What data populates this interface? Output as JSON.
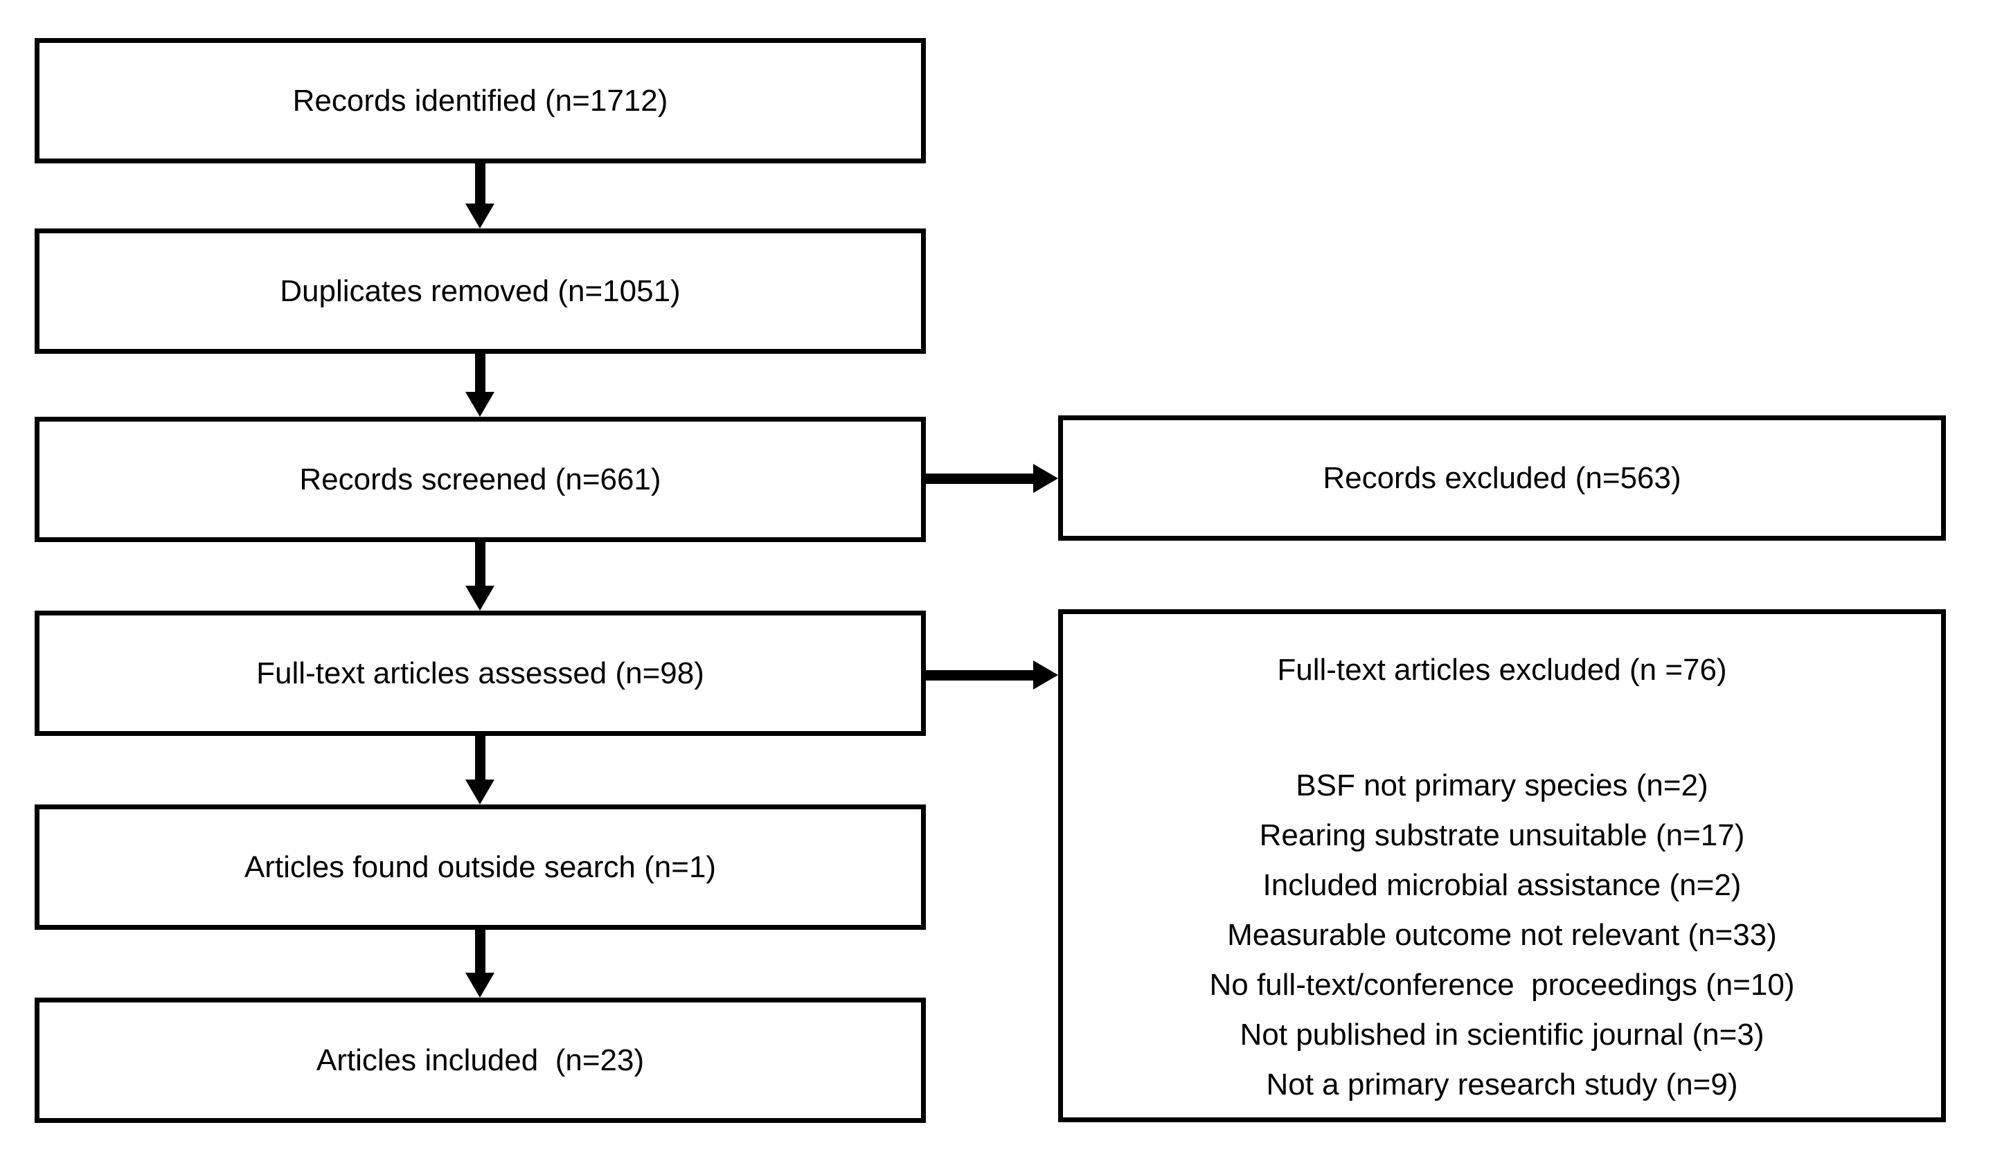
{
  "diagram_type": "prisma-flowchart",
  "colors": {
    "background": "#ffffff",
    "box_fill": "#ffffff",
    "border": "#000000",
    "text": "#000000",
    "arrow": "#000000"
  },
  "flow": {
    "main": [
      {
        "id": "records-identified",
        "label": "Records identified (n=1712)"
      },
      {
        "id": "duplicates-removed",
        "label": "Duplicates removed (n=1051)"
      },
      {
        "id": "records-screened",
        "label": "Records screened (n=661)"
      },
      {
        "id": "fulltext-assessed",
        "label": "Full-text articles assessed (n=98)"
      },
      {
        "id": "articles-outside-search",
        "label": "Articles found outside search (n=1)"
      },
      {
        "id": "articles-included",
        "label": "Articles included  (n=23)"
      }
    ],
    "side": {
      "records_excluded": {
        "label": "Records excluded (n=563)"
      },
      "fulltext_excluded": {
        "heading": "Full-text articles excluded (n =76)",
        "reasons": [
          "BSF not primary species (n=2)",
          "Rearing substrate unsuitable (n=17)",
          "Included microbial assistance (n=2)",
          "Measurable outcome not relevant (n=33)",
          "No full-text/conference  proceedings (n=10)",
          "Not published in scientific journal (n=3)",
          "Not a primary research study (n=9)"
        ]
      }
    },
    "connections": [
      {
        "from": "records-identified",
        "to": "duplicates-removed",
        "direction": "down"
      },
      {
        "from": "duplicates-removed",
        "to": "records-screened",
        "direction": "down"
      },
      {
        "from": "records-screened",
        "to": "records-excluded",
        "direction": "right"
      },
      {
        "from": "records-screened",
        "to": "fulltext-assessed",
        "direction": "down"
      },
      {
        "from": "fulltext-assessed",
        "to": "fulltext-excluded",
        "direction": "right"
      },
      {
        "from": "fulltext-assessed",
        "to": "articles-outside-search",
        "direction": "down"
      },
      {
        "from": "articles-outside-search",
        "to": "articles-included",
        "direction": "down"
      }
    ]
  }
}
